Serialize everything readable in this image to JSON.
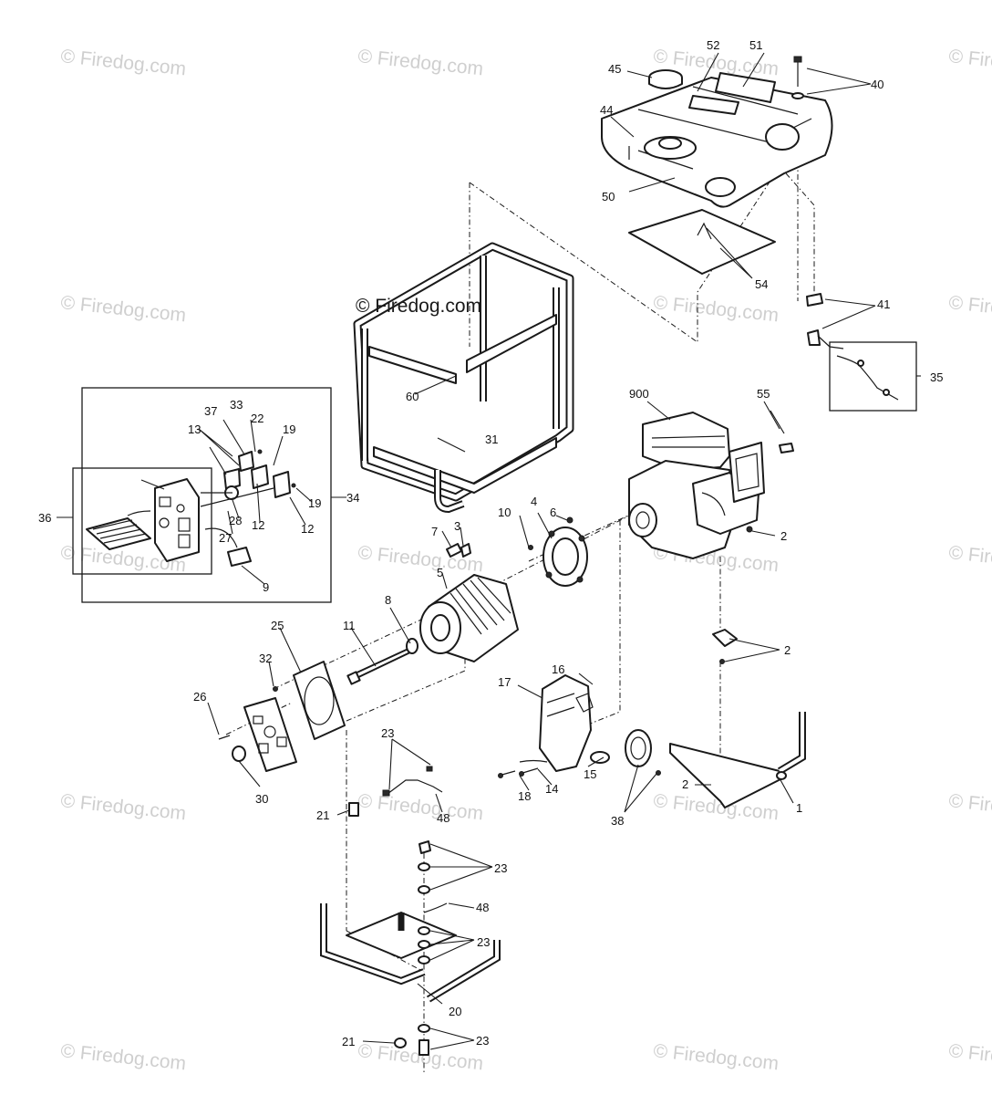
{
  "watermark": "© Firedog.com",
  "copyright": "© Firedog.com",
  "part_labels": {
    "p1": "1",
    "p2a": "2",
    "p2b": "2",
    "p2c": "2",
    "p3": "3",
    "p4": "4",
    "p5": "5",
    "p6": "6",
    "p7": "7",
    "p8": "8",
    "p9": "9",
    "p10": "10",
    "p11": "11",
    "p12a": "12",
    "p12b": "12",
    "p13": "13",
    "p14": "14",
    "p15": "15",
    "p16": "16",
    "p17": "17",
    "p18": "18",
    "p19a": "19",
    "p19b": "19",
    "p20": "20",
    "p21a": "21",
    "p21b": "21",
    "p22": "22",
    "p23a": "23",
    "p23b": "23",
    "p23c": "23",
    "p23d": "23",
    "p25": "25",
    "p26": "26",
    "p27": "27",
    "p28": "28",
    "p30": "30",
    "p31": "31",
    "p32": "32",
    "p33": "33",
    "p34": "34",
    "p35": "35",
    "p36": "36",
    "p37": "37",
    "p38": "38",
    "p40": "40",
    "p41": "41",
    "p44": "44",
    "p45": "45",
    "p48a": "48",
    "p48b": "48",
    "p50": "50",
    "p51": "51",
    "p52": "52",
    "p54": "54",
    "p55": "55",
    "p60": "60",
    "p900": "900"
  }
}
